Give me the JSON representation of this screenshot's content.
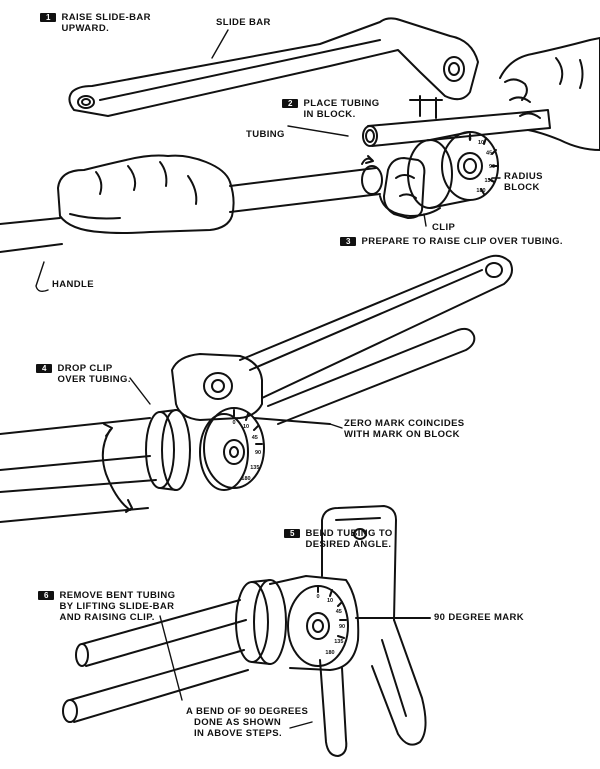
{
  "steps": [
    {
      "number": "1",
      "lines": [
        "RAISE SLIDE-BAR",
        "UPWARD."
      ]
    },
    {
      "number": "2",
      "lines": [
        "PLACE TUBING",
        "IN BLOCK."
      ]
    },
    {
      "number": "3",
      "lines": [
        "PREPARE TO RAISE CLIP OVER TUBING."
      ]
    },
    {
      "number": "4",
      "lines": [
        "DROP CLIP",
        "OVER TUBING."
      ]
    },
    {
      "number": "5",
      "lines": [
        "BEND TUBING TO",
        "DESIRED ANGLE."
      ]
    },
    {
      "number": "6",
      "lines": [
        "REMOVE BENT TUBING",
        "BY LIFTING SLIDE-BAR",
        "AND RAISING CLIP."
      ]
    }
  ],
  "labels": {
    "slide_bar": "SLIDE BAR",
    "tubing": "TUBING",
    "radius_block": [
      "RADIUS",
      "BLOCK"
    ],
    "clip": "CLIP",
    "handle": "HANDLE",
    "zero_mark": [
      "ZERO MARK COINCIDES",
      "WITH MARK ON BLOCK"
    ],
    "ninety_mark": "90 DEGREE MARK",
    "bend_note": [
      "A BEND OF 90 DEGREES",
      "DONE AS SHOWN",
      "IN ABOVE STEPS."
    ]
  },
  "dial_marks": [
    "0",
    "10",
    "45",
    "90",
    "135",
    "180"
  ],
  "colors": {
    "ink": "#111111",
    "paper": "#ffffff"
  }
}
